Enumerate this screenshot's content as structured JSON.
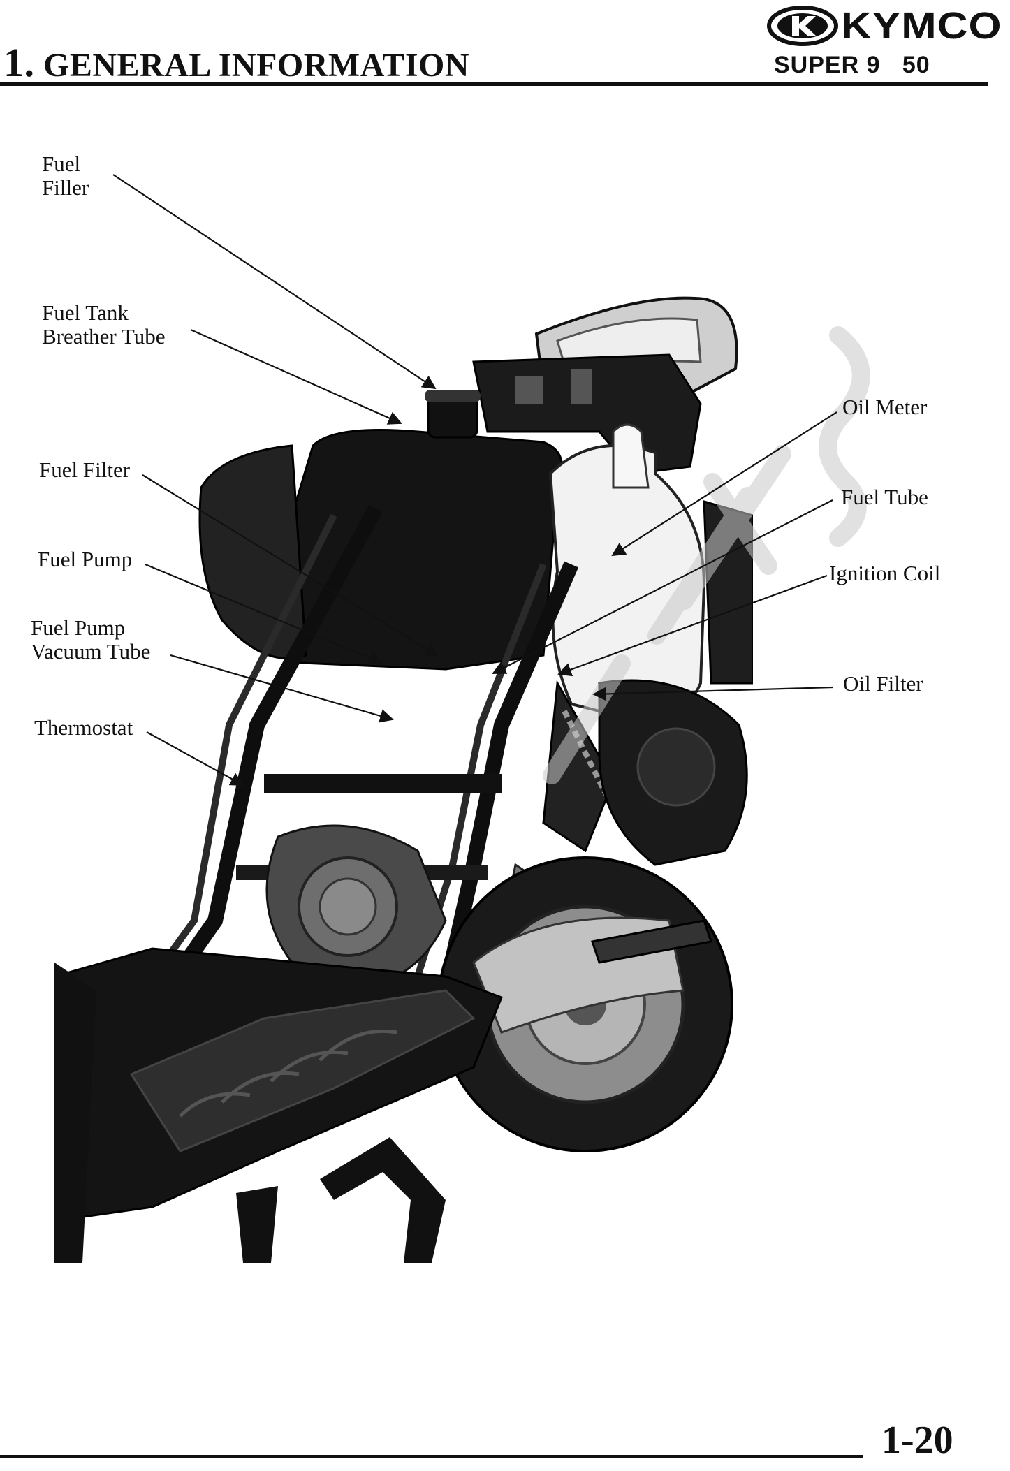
{
  "header": {
    "chapter_number": "1.",
    "chapter_title": "GENERAL INFORMATION",
    "brand": "KYMCO",
    "model": "SUPER 9   50"
  },
  "figure": {
    "subject": "scooter-frame-illustration",
    "callouts": [
      {
        "id": "fuel-filler",
        "lines": [
          "Fuel",
          "Filler"
        ]
      },
      {
        "id": "fuel-tank-breather-tube",
        "lines": [
          "Fuel Tank",
          "Breather Tube"
        ]
      },
      {
        "id": "fuel-filter",
        "lines": [
          "Fuel Filter"
        ]
      },
      {
        "id": "fuel-pump",
        "lines": [
          "Fuel Pump"
        ]
      },
      {
        "id": "fuel-pump-vacuum-tube",
        "lines": [
          "Fuel Pump",
          "Vacuum Tube"
        ]
      },
      {
        "id": "thermostat",
        "lines": [
          "Thermostat"
        ]
      },
      {
        "id": "oil-meter",
        "lines": [
          "Oil Meter"
        ]
      },
      {
        "id": "fuel-tube",
        "lines": [
          "Fuel Tube"
        ]
      },
      {
        "id": "ignition-coil",
        "lines": [
          "Ignition Coil"
        ]
      },
      {
        "id": "oil-filter",
        "lines": [
          "Oil Filter"
        ]
      }
    ]
  },
  "footer": {
    "page_number": "1-20"
  },
  "colors": {
    "ink": "#111111",
    "paper": "#ffffff",
    "watermark": "#c9c9c9"
  }
}
